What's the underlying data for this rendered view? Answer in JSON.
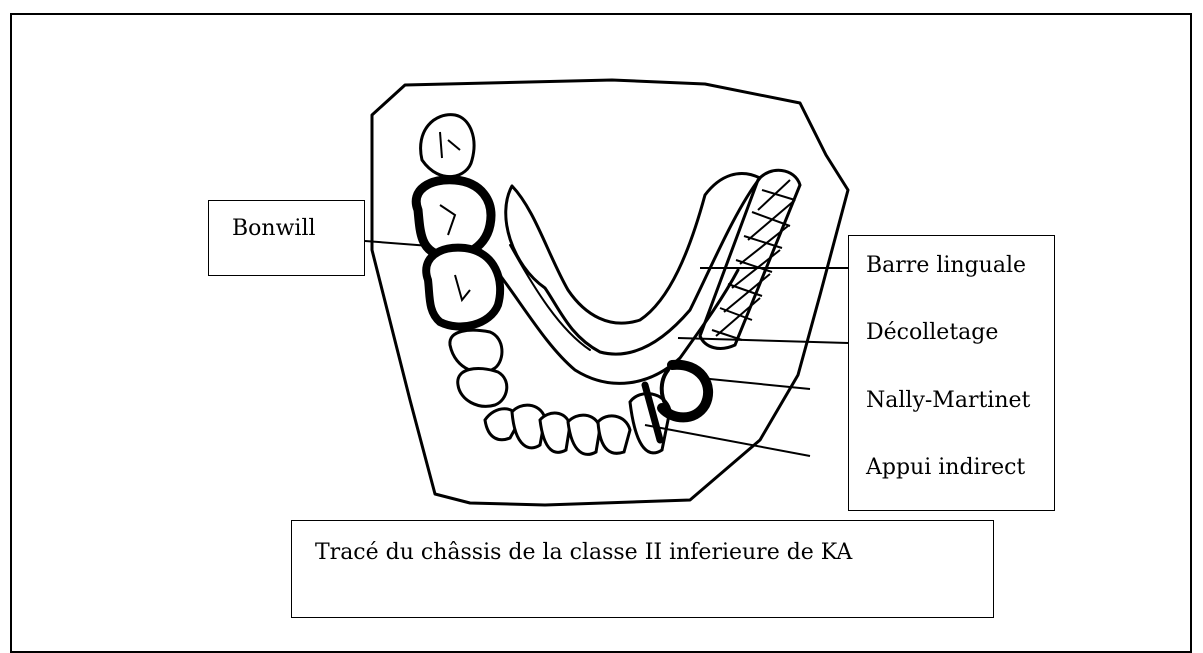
{
  "labels": {
    "bonwill": "Bonwill",
    "barre_linguale": "Barre linguale",
    "decolletage": "Décolletage",
    "nally_martinet": "Nally-Martinet",
    "appui_indirect": "Appui indirect"
  },
  "caption": "Tracé du châssis de la classe II inferieure de KA"
}
